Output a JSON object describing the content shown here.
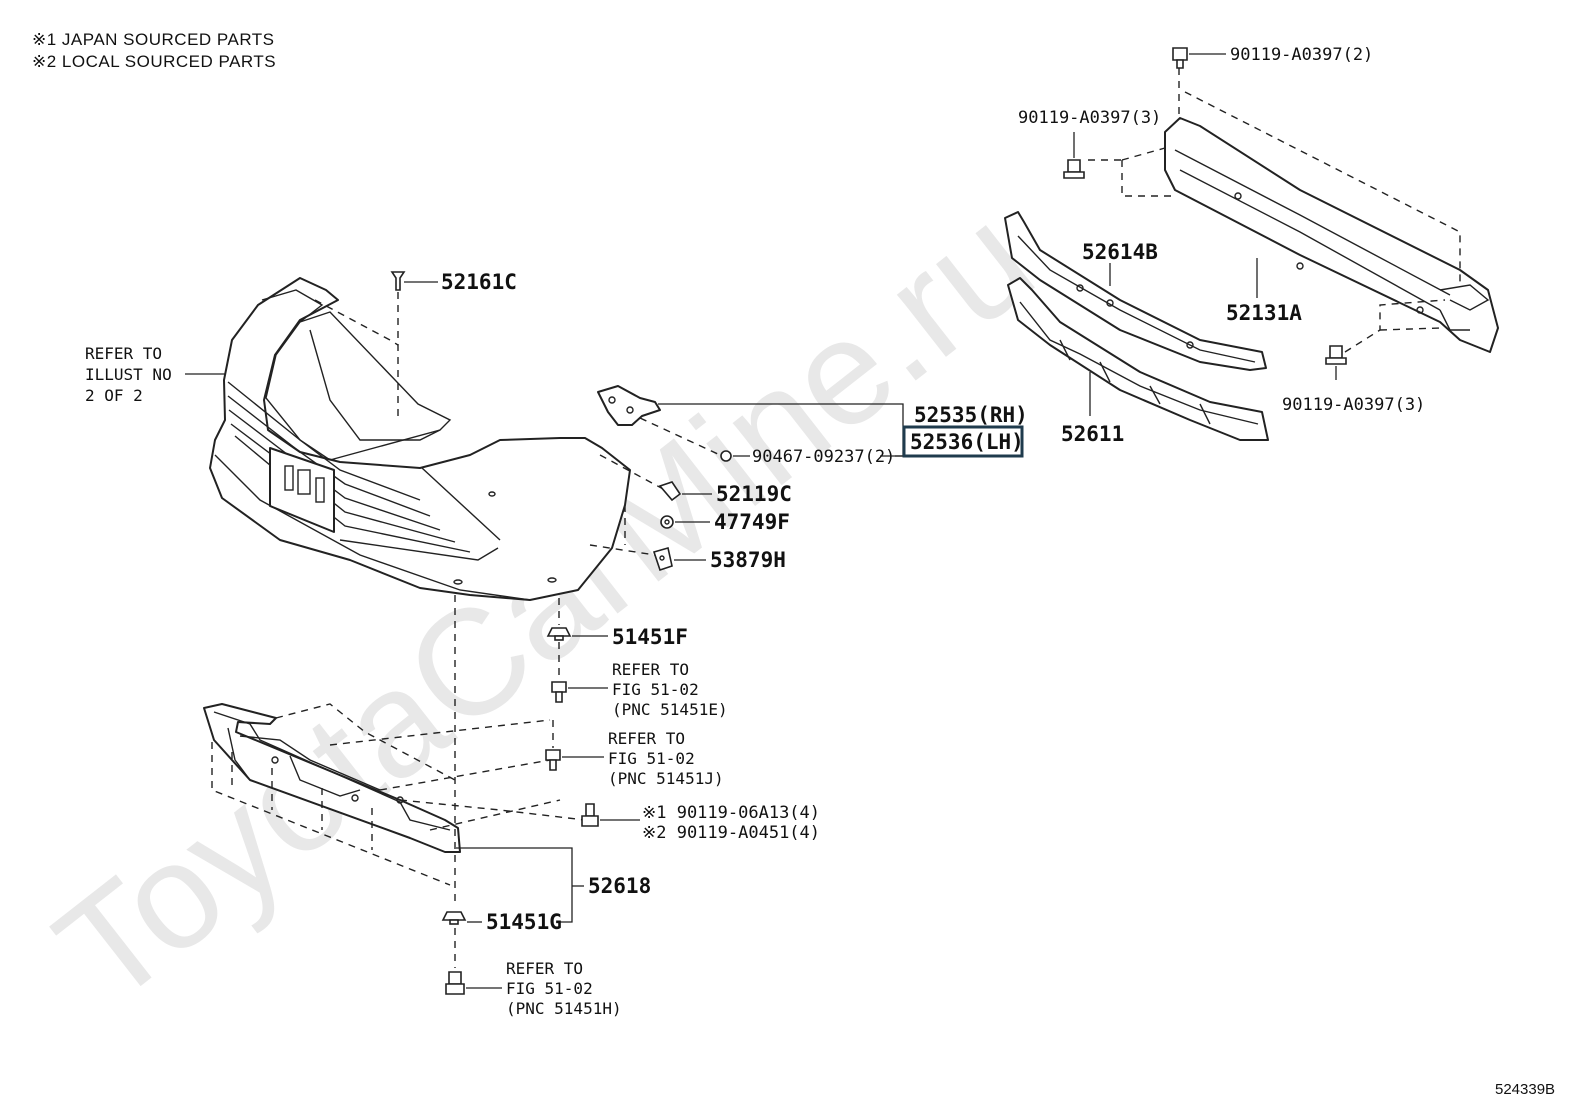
{
  "notes": {
    "note1": "※1 JAPAN SOURCED PARTS",
    "note2": "※2 LOCAL SOURCED PARTS"
  },
  "watermark": "ToyotaCarMine.ru",
  "diagram_code": "524339B",
  "refs": {
    "illust": [
      "REFER TO",
      "ILLUST NO",
      "2 OF 2"
    ],
    "fig_e": [
      "REFER TO",
      "FIG 51-02",
      "(PNC 51451E)"
    ],
    "fig_j": [
      "REFER TO",
      "FIG 51-02",
      "(PNC 51451J)"
    ],
    "fig_h": [
      "REFER TO",
      "FIG 51-02",
      "(PNC 51451H)"
    ]
  },
  "parts": {
    "p52161C": "52161C",
    "p52535": "52535(RH)",
    "p52536": "52536(LH)",
    "p90467": "90467-09237(2)",
    "p52119C": "52119C",
    "p47749F": "47749F",
    "p53879H": "53879H",
    "p51451F": "51451F",
    "p90119_06A13": "※1 90119-06A13(4)",
    "p90119_A0451": "※2 90119-A0451(4)",
    "p52618": "52618",
    "p51451G": "51451G",
    "p90119_top": "90119-A0397(2)",
    "p90119_left": "90119-A0397(3)",
    "p90119_right": "90119-A0397(3)",
    "p52614B": "52614B",
    "p52131A": "52131A",
    "p52611": "52611"
  }
}
